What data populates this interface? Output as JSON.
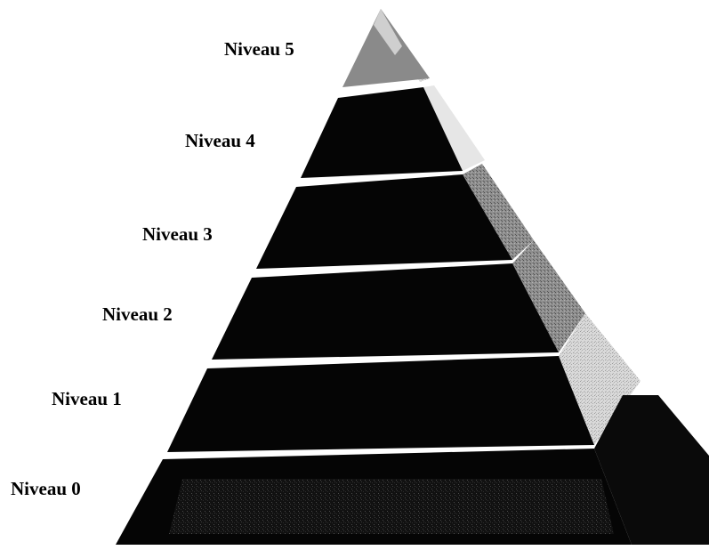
{
  "diagram": {
    "levels": [
      {
        "label": "Niveau 5"
      },
      {
        "label": "Niveau 4"
      },
      {
        "label": "Niveau 3"
      },
      {
        "label": "Niveau 2"
      },
      {
        "label": "Niveau 1"
      },
      {
        "label": "Niveau 0"
      }
    ],
    "colors": {
      "front": "#050505",
      "top_tier_front": "#8a8a8a",
      "side_level_4": "#e6e6e6",
      "side_level_3": "#7a7a7a",
      "side_level_2": "#9a9a9a",
      "side_level_1": "#b3b3b3",
      "side_level_0": "#0a0a0a",
      "base_texture": "#1c1c1c",
      "background": "#ffffff"
    }
  }
}
